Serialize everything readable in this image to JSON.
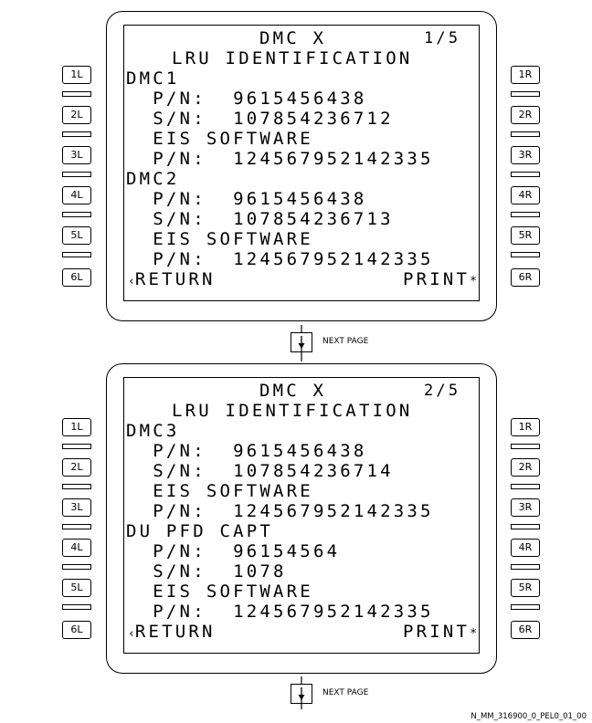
{
  "pages": [
    {
      "title": "DMC X",
      "page_indicator": "1/5",
      "subtitle": "LRU IDENTIFICATION",
      "lines": [
        "DMC1",
        "  P/N:  9615456438",
        "  S/N:  107854236712",
        "  EIS SOFTWARE",
        "  P/N:  124567952142335",
        "DMC2",
        "  P/N:  9615456438",
        "  S/N:  107854236713",
        "  EIS SOFTWARE",
        "  P/N:  124567952142335"
      ],
      "return_label": "RETURN",
      "print_label": "PRINT"
    },
    {
      "title": "DMC X",
      "page_indicator": "2/5",
      "subtitle": "LRU IDENTIFICATION",
      "lines": [
        "DMC3",
        "  P/N:  9615456438",
        "  S/N:  107854236714",
        "  EIS SOFTWARE",
        "  P/N:  124567952142335",
        "DU PFD CAPT",
        "  P/N:  96154564",
        "  S/N:  1078",
        "  EIS SOFTWARE",
        "  P/N:  124567952142335"
      ],
      "return_label": "RETURN",
      "print_label": "PRINT"
    }
  ],
  "left_keys": [
    "1L",
    "2L",
    "3L",
    "4L",
    "5L",
    "6L"
  ],
  "right_keys": [
    "1R",
    "2R",
    "3R",
    "4R",
    "5R",
    "6R"
  ],
  "return_caret": "‹",
  "print_star": "*",
  "next_page_label": "NEXT PAGE",
  "figure_id": "N_MM_316900_0_PEL0_01_00"
}
